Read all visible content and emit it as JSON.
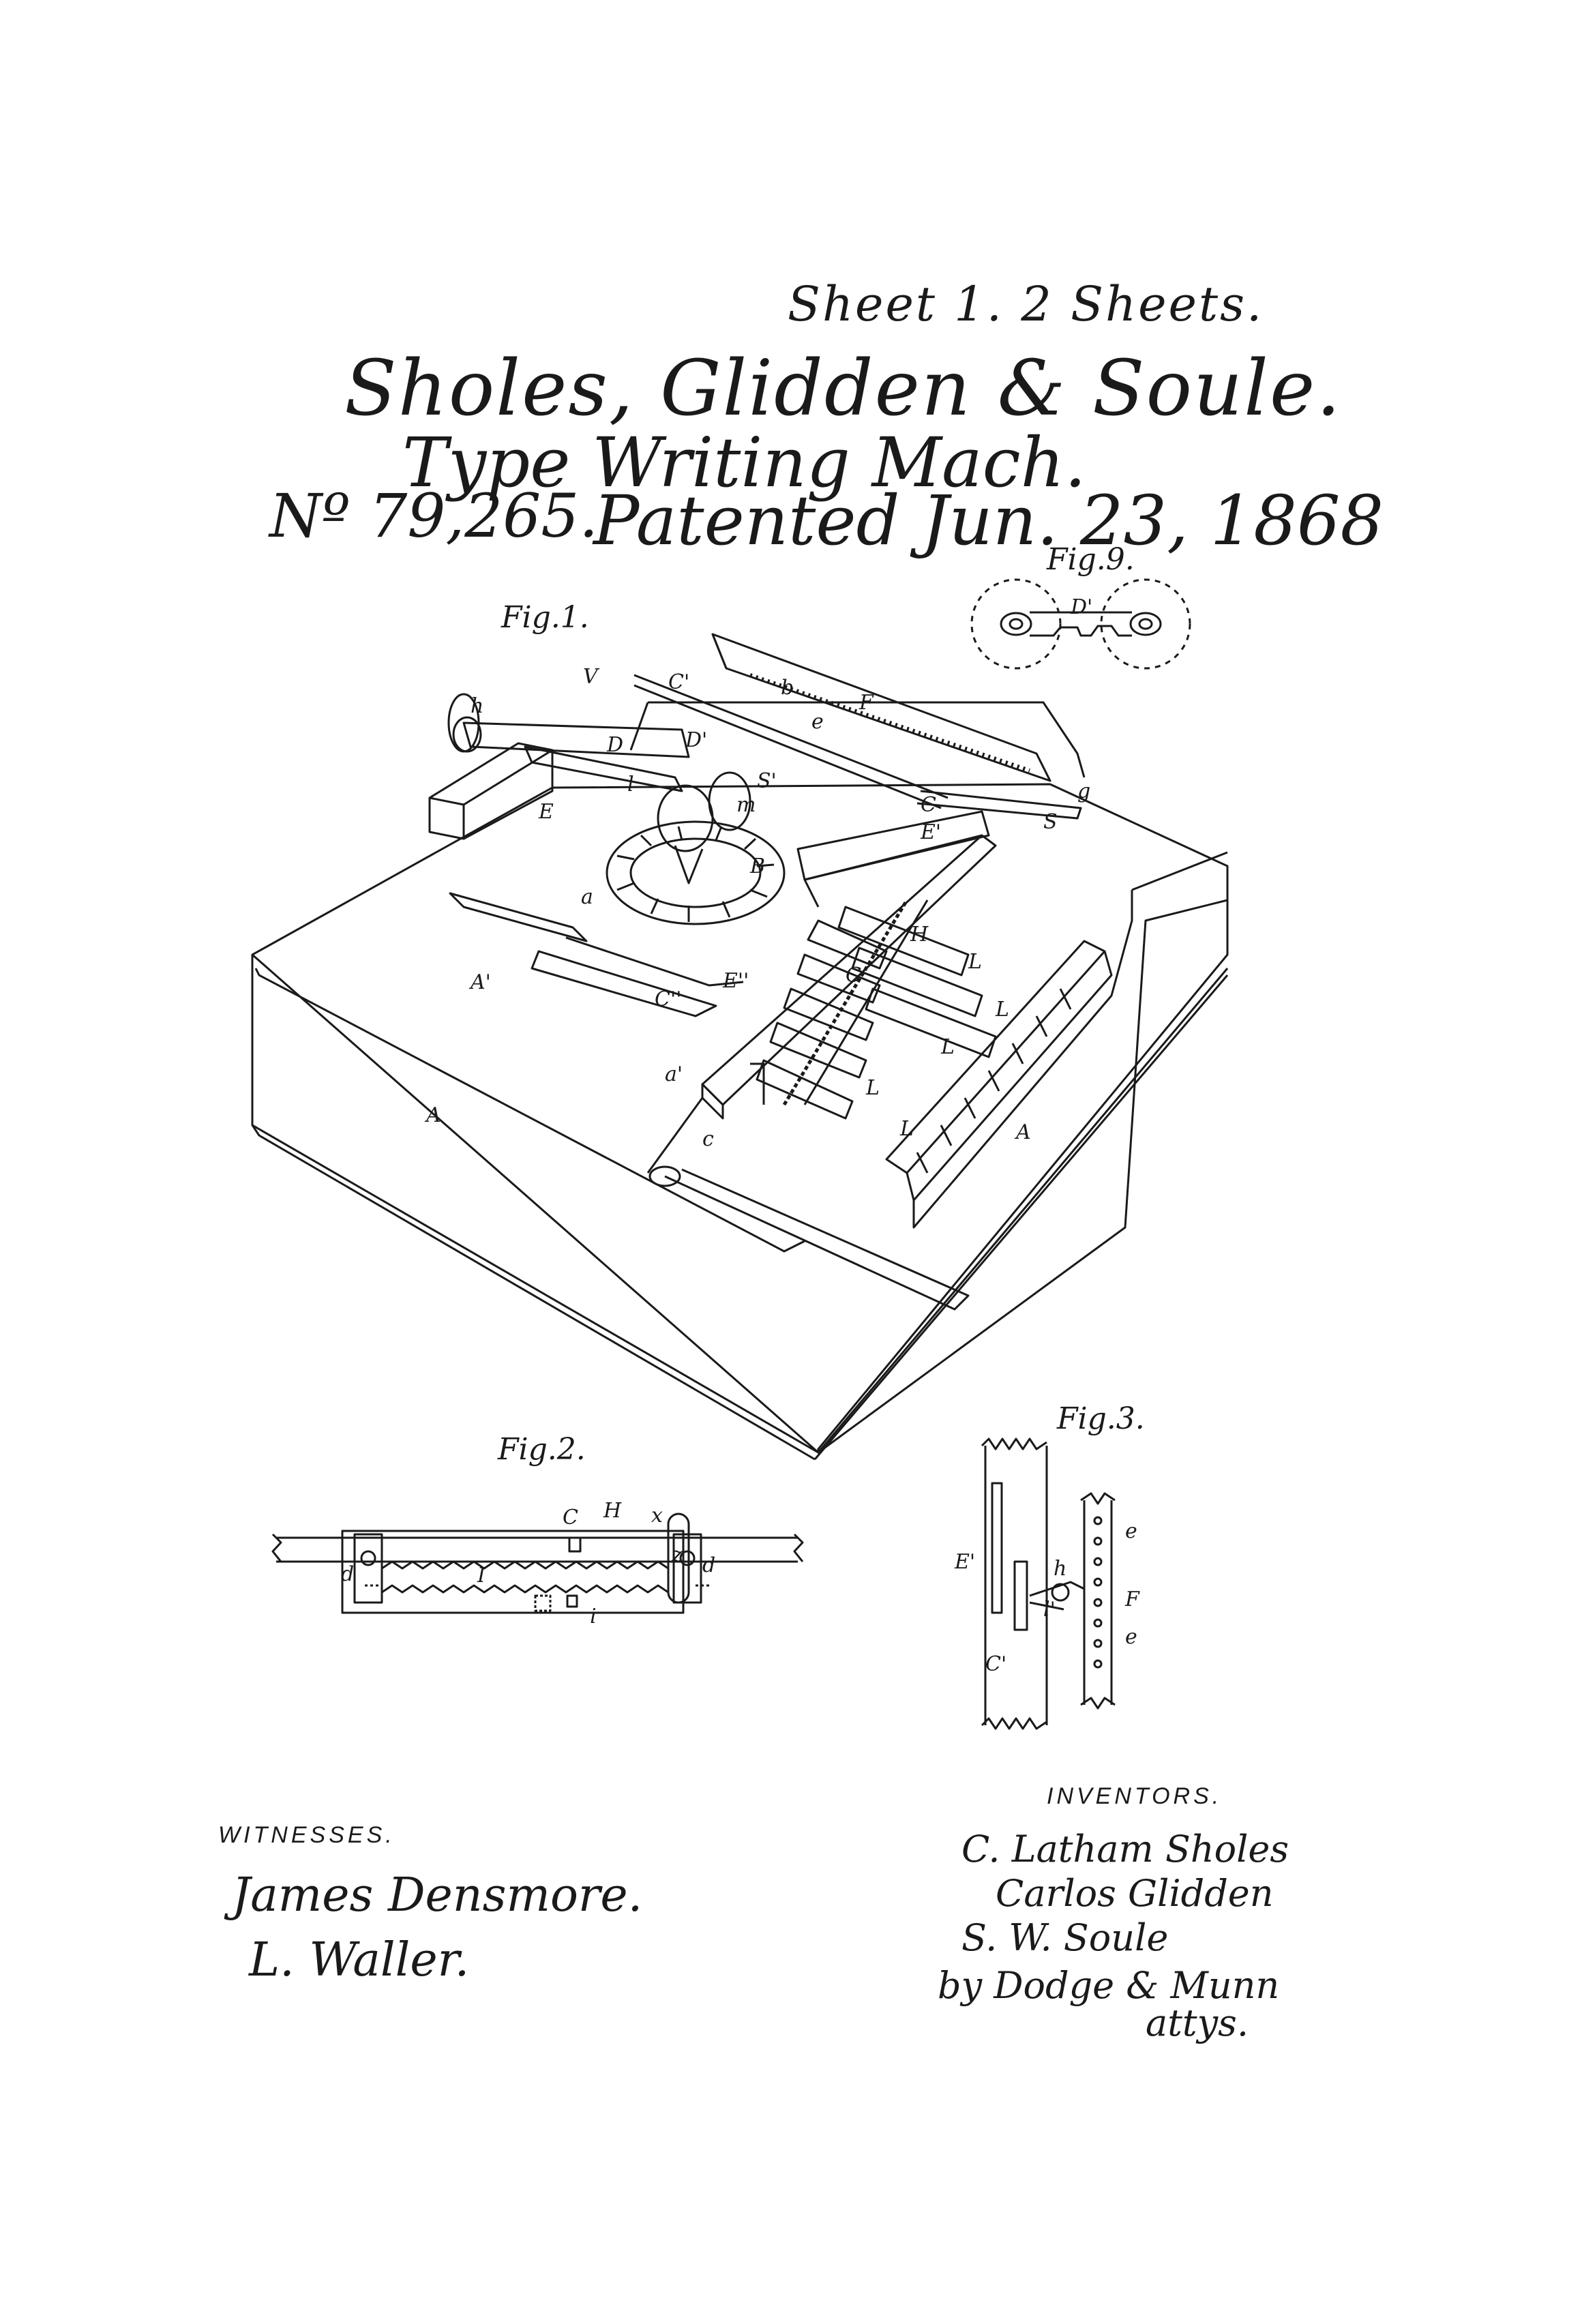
{
  "header": {
    "sheet": "Sheet 1. 2 Sheets.",
    "names": "Sholes, Glidden & Soule.",
    "subject": "Type Writing Mach.",
    "number": "Nº 79,265.",
    "patented": "Patented Jun. 23, 1868"
  },
  "figures": {
    "fig1": "Fig.1.",
    "fig2": "Fig.2.",
    "fig3": "Fig.3.",
    "fig9": "Fig.9."
  },
  "witnesses": {
    "heading": "WITNESSES.",
    "names": [
      "James Densmore.",
      "L. Waller."
    ]
  },
  "inventors": {
    "heading": "INVENTORS.",
    "names": [
      "C. Latham Sholes",
      "Carlos Glidden",
      "S. W. Soule"
    ],
    "attorneys": "by Dodge & Munn",
    "attys": "attys."
  },
  "fig1_labels": [
    "V",
    "C'",
    "b",
    "e",
    "F",
    "D",
    "D'",
    "h",
    "E",
    "S'",
    "E'",
    "l",
    "m",
    "C",
    "B",
    "S",
    "H",
    "L",
    "A'",
    "a",
    "C''",
    "G",
    "a'",
    "A",
    "c",
    "g",
    "i",
    "n"
  ],
  "fig2_labels": [
    "C",
    "H",
    "x",
    "z",
    "d",
    "d",
    "I",
    "i"
  ],
  "fig3_labels": [
    "E'",
    "h",
    "F",
    "e",
    "e",
    "l'",
    "C'"
  ],
  "fig9_labels": [
    "D'"
  ]
}
